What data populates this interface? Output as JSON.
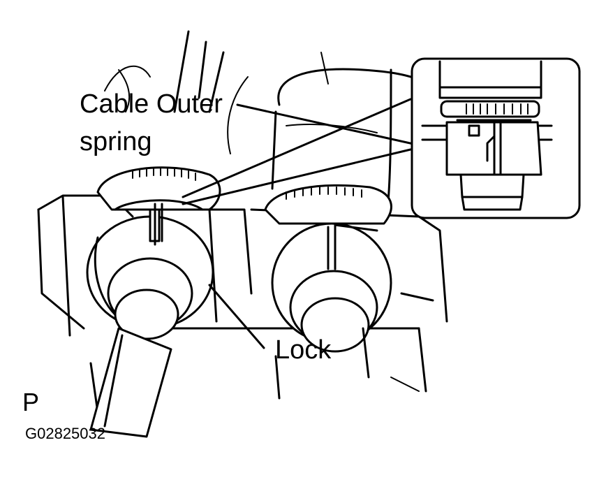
{
  "labels": {
    "cable_outer": "Cable Outer",
    "spring": "spring",
    "lock": "Lock",
    "position": "P",
    "figure_id": "G02825032"
  },
  "colors": {
    "ink": "#000000",
    "paper": "#ffffff"
  }
}
